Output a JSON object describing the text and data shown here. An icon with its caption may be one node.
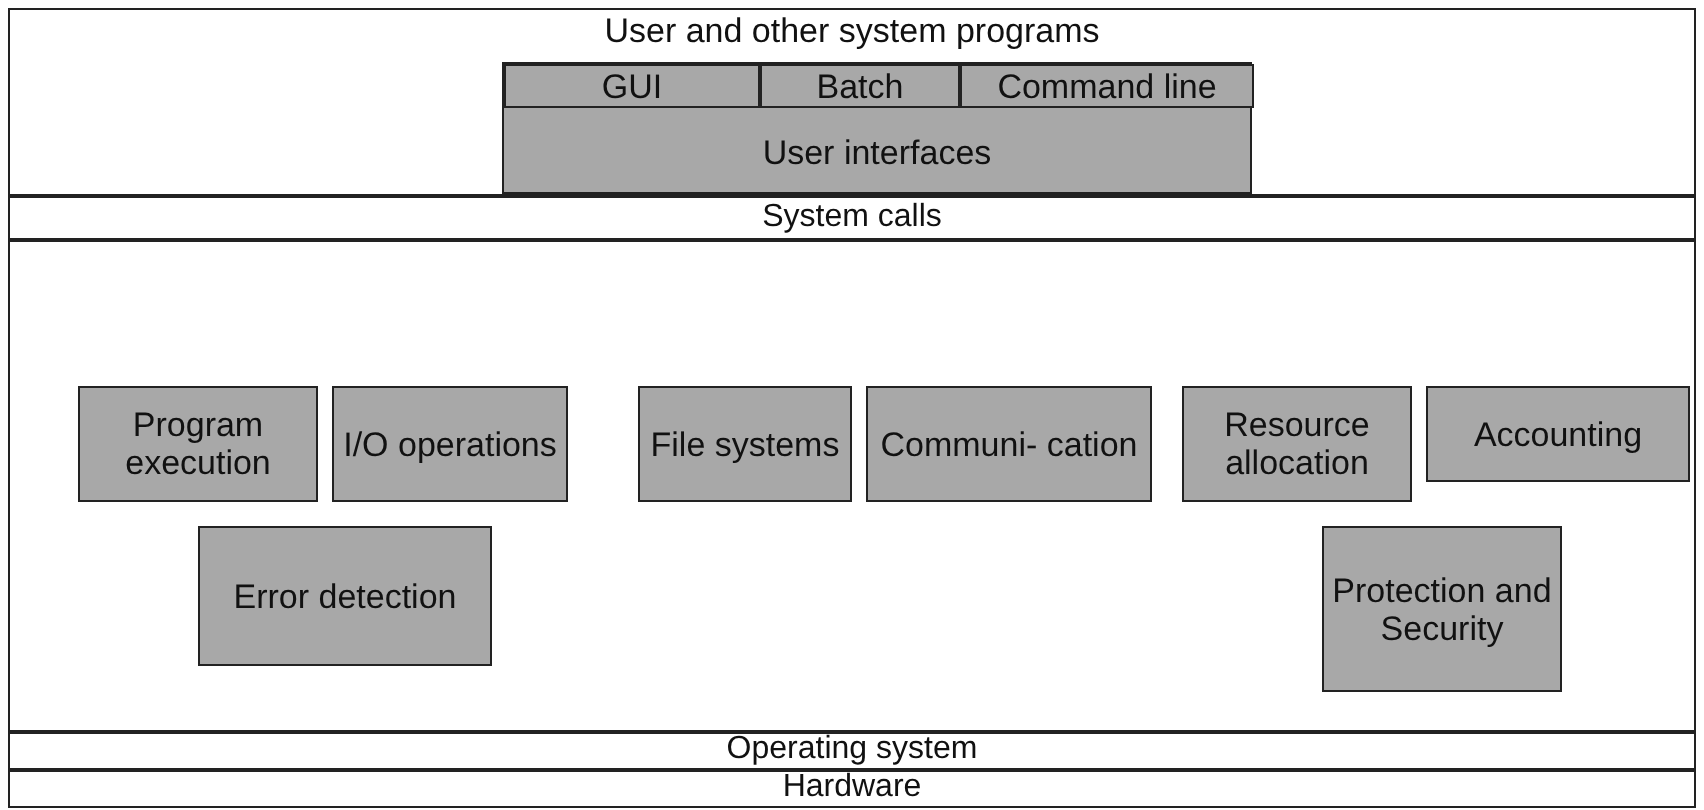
{
  "diagram": {
    "nodes": [
      {
        "text": [
          "User and other system programs"
        ]
      },
      {
        "text": [
          "User interfaces"
        ],
        "in": 0
      },
      {
        "text": [
          "GUI"
        ],
        "in": 1
      },
      {
        "text": [
          "Batch"
        ],
        "in": 1
      },
      {
        "text": [
          "Command line"
        ],
        "in": 1
      },
      {
        "text": [
          "System calls"
        ]
      },
      {
        "text": [],
        "shape": "box"
      },
      {
        "text": [
          "Program execution"
        ],
        "in": 6
      },
      {
        "text": [
          "I/O operations"
        ],
        "in": 6
      },
      {
        "text": [
          "File systems"
        ],
        "in": 6
      },
      {
        "text": [
          "Communi- cation"
        ],
        "in": 6
      },
      {
        "text": [
          "Resource allocation"
        ],
        "in": 6
      },
      {
        "text": [
          "Accounting"
        ],
        "in": 6
      },
      {
        "text": [
          "Error detection"
        ],
        "in": 6
      },
      {
        "text": [
          "Protection and Security"
        ],
        "in": 6
      },
      {
        "text": [
          "Operating system"
        ]
      },
      {
        "text": [
          "Hardware"
        ]
      }
    ]
  }
}
